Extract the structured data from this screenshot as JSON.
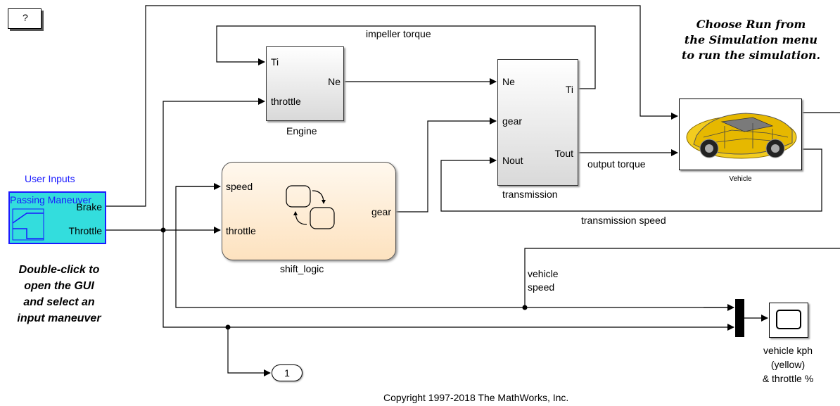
{
  "help_button": {
    "label": "?"
  },
  "instruction_run": [
    "Choose Run from",
    "the Simulation menu",
    "to run the simulation."
  ],
  "instruction_gui": [
    "Double-click to",
    "open the GUI",
    "and select an",
    "input maneuver"
  ],
  "user_inputs": {
    "title": "User Inputs",
    "group_name": "Passing Maneuver",
    "ports": {
      "brake": "Brake",
      "throttle": "Throttle"
    }
  },
  "engine": {
    "name": "Engine",
    "ports": {
      "ti": "Ti",
      "throttle": "throttle",
      "ne": "Ne"
    }
  },
  "transmission": {
    "name": "transmission",
    "ports": {
      "ne": "Ne",
      "gear": "gear",
      "nout": "Nout",
      "ti": "Ti",
      "tout": "Tout"
    }
  },
  "shift_logic": {
    "name": "shift_logic",
    "ports": {
      "speed": "speed",
      "throttle": "throttle",
      "gear": "gear"
    }
  },
  "vehicle": {
    "name": "Vehicle"
  },
  "scope": {
    "name_lines": [
      "vehicle kph",
      "(yellow)",
      "& throttle %"
    ]
  },
  "outport": {
    "number": "1"
  },
  "signals": {
    "impeller_torque": "impeller torque",
    "output_torque": "output torque",
    "transmission_speed": "transmission speed",
    "vehicle_speed_lines": [
      "vehicle",
      "speed"
    ]
  },
  "copyright": "Copyright 1997-2018 The MathWorks, Inc.",
  "colors": {
    "user_inputs_fill": "#33dddd",
    "user_inputs_border": "#1a1aff",
    "chart_fill": "#fde9cf",
    "wire": "#000000"
  }
}
